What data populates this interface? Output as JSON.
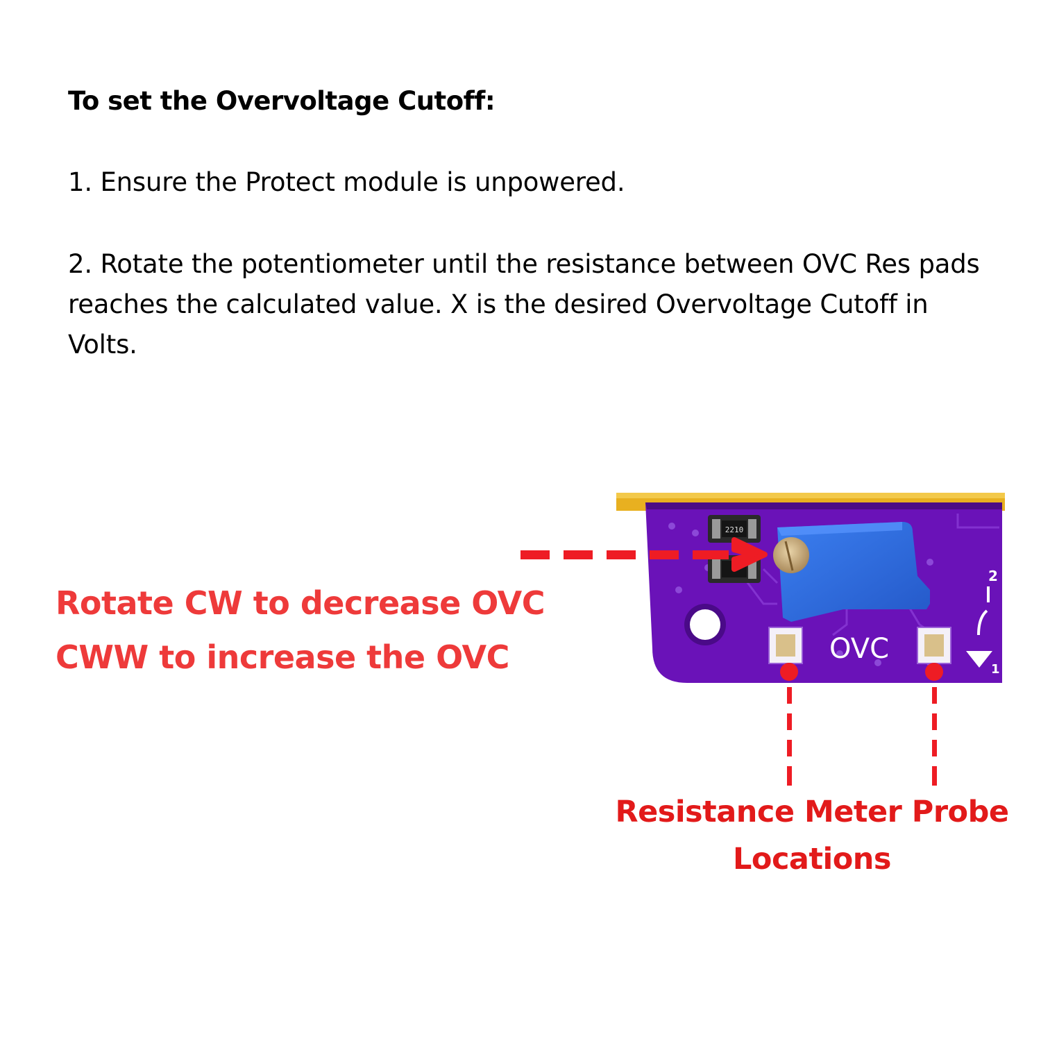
{
  "heading": "To set the Overvoltage Cutoff:",
  "steps": [
    "1. Ensure the Protect module is unpowered.",
    "2. Rotate the potentiometer until the resistance between OVC Res pads reaches the calculated value. X is the desired Overvoltage Cutoff in Volts."
  ],
  "rotate_callout": {
    "line1": "Rotate CW to decrease OVC",
    "line2": "CWW to increase the OVC"
  },
  "probe_label": {
    "line1": "Resistance Meter Probe",
    "line2": "Locations"
  },
  "board": {
    "silkscreen": "OVC",
    "marker_top": "2",
    "marker_bottom": "1",
    "component_code": "2210"
  },
  "colors": {
    "callout_red": "#ee3a3a",
    "label_red": "#e21a1a",
    "arrow_red": "#ee1c24",
    "pcb_purple": "#6a12b8",
    "pot_blue": "#2f6ee0",
    "connector_yellow": "#e8b020"
  }
}
